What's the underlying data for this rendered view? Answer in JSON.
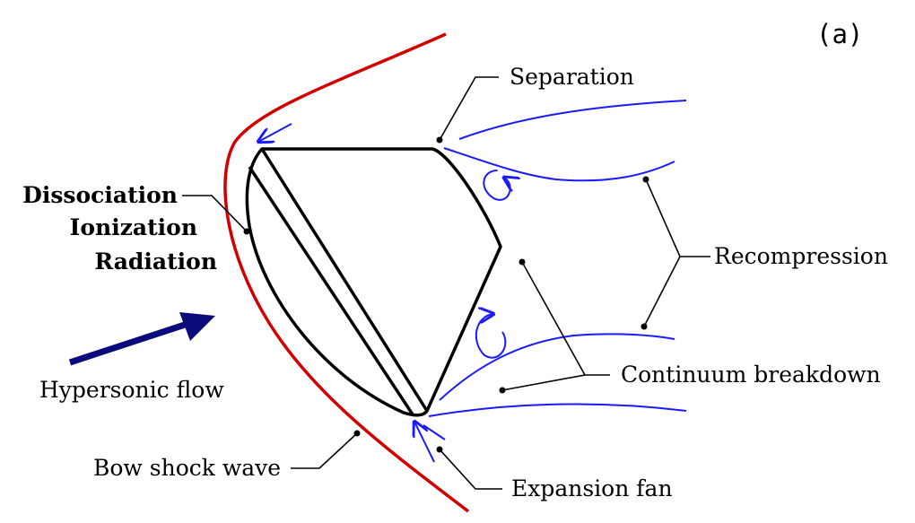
{
  "panel_tag": "(a)",
  "labels": {
    "separation": "Separation",
    "dissociation": "Dissociation",
    "ionization": "Ionization",
    "radiation": "Radiation",
    "recompression": "Recompression",
    "continuum_breakdown": "Continuum breakdown",
    "hypersonic_flow": "Hypersonic flow",
    "bow_shock_wave": "Bow shock wave",
    "expansion_fan": "Expansion fan"
  },
  "colors": {
    "shock": "#d00000",
    "streamlines": "#1a1aff",
    "flow_arrow": "#0a0a7a",
    "capsule": "#000000"
  }
}
